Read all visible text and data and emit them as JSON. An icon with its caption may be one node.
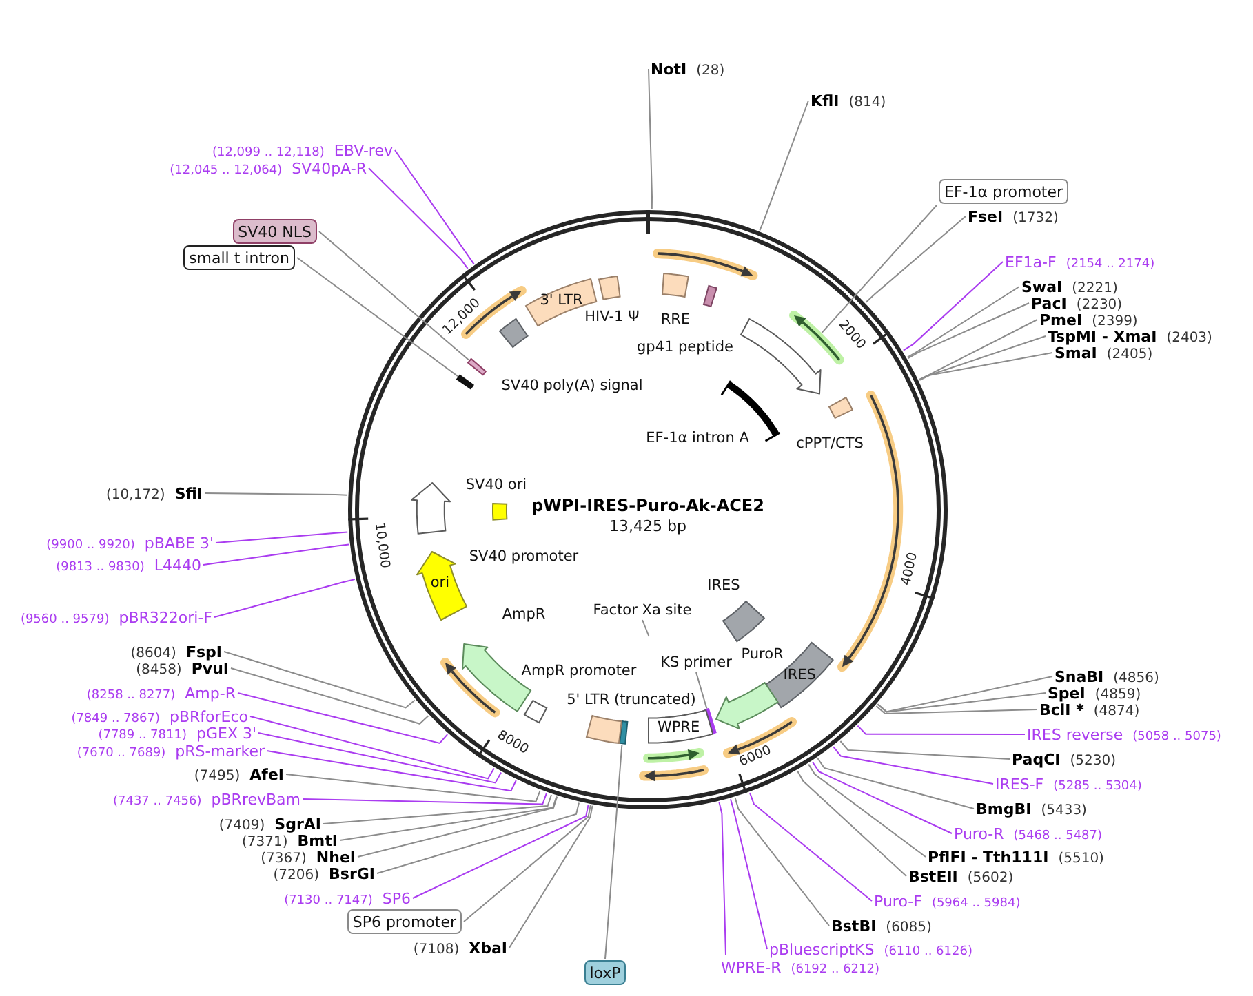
{
  "diagram": {
    "title": "pWPI-IRES-Puro-Ak-ACE2",
    "nodes": [
      {
        "text": [
          "NotI",
          "(28)"
        ]
      },
      {
        "text": [
          "KflI",
          "(814)"
        ]
      },
      {
        "text": [
          "EF-1α promoter"
        ]
      },
      {
        "text": [
          "FseI",
          "(1732)"
        ]
      },
      {
        "text": [
          "EF1a-F",
          "(2154 .. 2174)"
        ]
      },
      {
        "text": [
          "SwaI",
          "(2221)"
        ]
      },
      {
        "text": [
          "PacI",
          "(2230)"
        ]
      },
      {
        "text": [
          "PmeI",
          "(2399)"
        ]
      },
      {
        "text": [
          "TspMI - XmaI",
          "(2403)"
        ]
      },
      {
        "text": [
          "SmaI",
          "(2405)"
        ]
      },
      {
        "text": [
          "SnaBI",
          "(4856)"
        ]
      },
      {
        "text": [
          "SpeI",
          "(4859)"
        ]
      },
      {
        "text": [
          "BclI *",
          "(4874)"
        ]
      },
      {
        "text": [
          "IRES reverse",
          "(5058 .. 5075)"
        ]
      },
      {
        "text": [
          "PaqCI",
          "(5230)"
        ]
      },
      {
        "text": [
          "IRES-F",
          "(5285 .. 5304)"
        ]
      },
      {
        "text": [
          "BmgBI",
          "(5433)"
        ]
      },
      {
        "text": [
          "Puro-R",
          "(5468 .. 5487)"
        ]
      },
      {
        "text": [
          "PflFI - Tth111I",
          "(5510)"
        ]
      },
      {
        "text": [
          "BstEII",
          "(5602)"
        ]
      },
      {
        "text": [
          "Puro-F",
          "(5964 .. 5984)"
        ]
      },
      {
        "text": [
          "BstBI",
          "(6085)"
        ]
      },
      {
        "text": [
          "pBluescriptKS",
          "(6110 .. 6126)"
        ]
      },
      {
        "text": [
          "WPRE-R",
          "(6192 .. 6212)"
        ]
      },
      {
        "text": [
          "loxP"
        ]
      },
      {
        "text": [
          "(7108)",
          "XbaI"
        ]
      },
      {
        "text": [
          "SP6 promoter"
        ]
      },
      {
        "text": [
          "(7130 .. 7147)",
          "SP6"
        ]
      },
      {
        "text": [
          "(7206)",
          "BsrGI"
        ]
      },
      {
        "text": [
          "(7367)",
          "NheI"
        ]
      },
      {
        "text": [
          "(7371)",
          "BmtI"
        ]
      },
      {
        "text": [
          "(7409)",
          "SgrAI"
        ]
      },
      {
        "text": [
          "(7437 .. 7456)",
          "pBRrevBam"
        ]
      },
      {
        "text": [
          "(7495)",
          "AfeI"
        ]
      },
      {
        "text": [
          "(7670 .. 7689)",
          "pRS-marker"
        ]
      },
      {
        "text": [
          "(7789 .. 7811)",
          "pGEX 3'"
        ]
      },
      {
        "text": [
          "(7849 .. 7867)",
          "pBRforEco"
        ]
      },
      {
        "text": [
          "(8258 .. 8277)",
          "Amp-R"
        ]
      },
      {
        "text": [
          "(8458)",
          "PvuI"
        ]
      },
      {
        "text": [
          "(8604)",
          "FspI"
        ]
      },
      {
        "text": [
          "(9560 .. 9579)",
          "pBR322ori-F"
        ]
      },
      {
        "text": [
          "(9813 .. 9830)",
          "L4440"
        ]
      },
      {
        "text": [
          "(9900 .. 9920)",
          "pBABE 3'"
        ]
      },
      {
        "text": [
          "(10,172)",
          "SfiI"
        ]
      },
      {
        "text": [
          "small t intron"
        ]
      },
      {
        "text": [
          "SV40 NLS"
        ]
      },
      {
        "text": [
          "(12,045 .. 12,064)",
          "SV40pA-R"
        ]
      },
      {
        "text": [
          "(12,099 .. 12,118)",
          "EBV-rev"
        ]
      },
      {
        "text": [
          "3' LTR"
        ]
      },
      {
        "text": [
          "HIV-1 Ψ"
        ]
      },
      {
        "text": [
          "RRE"
        ]
      },
      {
        "text": [
          "gp41 peptide"
        ]
      },
      {
        "text": [],
        "shape": "arrow"
      },
      {
        "text": [],
        "shape": "arrow"
      },
      {
        "text": [
          "cPPT/CTS"
        ]
      },
      {
        "text": [
          "EF-1α intron A"
        ]
      },
      {
        "text": [
          "IRES"
        ]
      },
      {
        "text": [
          "Factor Xa site"
        ]
      },
      {
        "text": [
          "IRES"
        ]
      },
      {
        "text": [
          "PuroR"
        ]
      },
      {
        "text": [
          "KS primer"
        ]
      },
      {
        "text": [],
        "shape": "bar"
      },
      {
        "text": [
          "WPRE"
        ]
      },
      {
        "text": [],
        "shape": "bar"
      },
      {
        "text": [
          "5' LTR (truncated)"
        ]
      },
      {
        "text": [
          "AmpR promoter"
        ]
      },
      {
        "text": [
          "AmpR"
        ]
      },
      {
        "text": [
          "ori"
        ]
      },
      {
        "text": [
          "SV40 promoter"
        ]
      },
      {
        "text": [
          "SV40 ori"
        ]
      },
      {
        "text": [
          "SV40 poly(A) signal"
        ]
      },
      {
        "text": [],
        "shape": "bar"
      },
      {
        "text": [],
        "shape": "bar"
      },
      {
        "text": [],
        "shape": "arrow"
      },
      {
        "text": [],
        "shape": "arrow"
      },
      {
        "text": [],
        "shape": "arrow"
      },
      {
        "text": [],
        "shape": "arrow"
      },
      {
        "text": [],
        "shape": "arrow"
      },
      {
        "text": [],
        "shape": "arrow"
      },
      {
        "text": [],
        "shape": "arrow"
      }
    ],
    "edges": [
      {
        "from": 0,
        "to": null,
        "arrow": "none"
      },
      {
        "from": 1,
        "to": null,
        "arrow": "none"
      },
      {
        "from": 2,
        "to": 53,
        "arrow": "none"
      },
      {
        "from": 3,
        "to": null,
        "arrow": "none"
      },
      {
        "from": 4,
        "to": null,
        "arrow": "none",
        "color": "#aa3cf0"
      },
      {
        "from": 5,
        "to": null,
        "arrow": "none"
      },
      {
        "from": 6,
        "to": null,
        "arrow": "none"
      },
      {
        "from": 7,
        "to": null,
        "arrow": "none"
      },
      {
        "from": 8,
        "to": null,
        "arrow": "none"
      },
      {
        "from": 9,
        "to": null,
        "arrow": "none"
      },
      {
        "from": 10,
        "to": null,
        "arrow": "none"
      },
      {
        "from": 11,
        "to": null,
        "arrow": "none"
      },
      {
        "from": 12,
        "to": null,
        "arrow": "none"
      },
      {
        "from": 13,
        "to": null,
        "arrow": "none",
        "color": "#aa3cf0"
      },
      {
        "from": 14,
        "to": null,
        "arrow": "none"
      },
      {
        "from": 15,
        "to": null,
        "arrow": "none",
        "color": "#aa3cf0"
      },
      {
        "from": 16,
        "to": null,
        "arrow": "none"
      },
      {
        "from": 17,
        "to": null,
        "arrow": "none",
        "color": "#aa3cf0"
      },
      {
        "from": 18,
        "to": null,
        "arrow": "none"
      },
      {
        "from": 19,
        "to": null,
        "arrow": "none"
      },
      {
        "from": 20,
        "to": null,
        "arrow": "none",
        "color": "#aa3cf0"
      },
      {
        "from": 21,
        "to": null,
        "arrow": "none"
      },
      {
        "from": 22,
        "to": null,
        "arrow": "none",
        "color": "#aa3cf0"
      },
      {
        "from": 23,
        "to": null,
        "arrow": "none",
        "color": "#aa3cf0"
      },
      {
        "from": 24,
        "to": 63,
        "arrow": "none"
      },
      {
        "from": 25,
        "to": null,
        "arrow": "none"
      },
      {
        "from": 26,
        "to": null,
        "arrow": "none"
      },
      {
        "from": 27,
        "to": null,
        "arrow": "none",
        "color": "#aa3cf0"
      },
      {
        "from": 28,
        "to": null,
        "arrow": "none"
      },
      {
        "from": 29,
        "to": null,
        "arrow": "none"
      },
      {
        "from": 30,
        "to": null,
        "arrow": "none"
      },
      {
        "from": 31,
        "to": null,
        "arrow": "none"
      },
      {
        "from": 32,
        "to": null,
        "arrow": "none",
        "color": "#aa3cf0"
      },
      {
        "from": 33,
        "to": null,
        "arrow": "none"
      },
      {
        "from": 34,
        "to": null,
        "arrow": "none",
        "color": "#aa3cf0"
      },
      {
        "from": 35,
        "to": null,
        "arrow": "none",
        "color": "#aa3cf0"
      },
      {
        "from": 36,
        "to": null,
        "arrow": "none",
        "color": "#aa3cf0"
      },
      {
        "from": 37,
        "to": null,
        "arrow": "none",
        "color": "#aa3cf0"
      },
      {
        "from": 38,
        "to": null,
        "arrow": "none"
      },
      {
        "from": 39,
        "to": null,
        "arrow": "none"
      },
      {
        "from": 40,
        "to": null,
        "arrow": "none",
        "color": "#aa3cf0"
      },
      {
        "from": 41,
        "to": null,
        "arrow": "none",
        "color": "#aa3cf0"
      },
      {
        "from": 42,
        "to": null,
        "arrow": "none",
        "color": "#aa3cf0"
      },
      {
        "from": 43,
        "to": null,
        "arrow": "none"
      },
      {
        "from": 44,
        "to": 71,
        "arrow": "none"
      },
      {
        "from": 45,
        "to": 72,
        "arrow": "none"
      },
      {
        "from": 46,
        "to": null,
        "arrow": "none",
        "color": "#aa3cf0"
      },
      {
        "from": 47,
        "to": null,
        "arrow": "none",
        "color": "#aa3cf0"
      },
      {
        "from": 57,
        "to": null,
        "arrow": "none"
      },
      {
        "from": 60,
        "to": 61,
        "arrow": "none"
      }
    ],
    "labels": [
      "2000",
      "4000",
      "6000",
      "8000",
      "10,000",
      "12,000",
      "13,425 bp"
    ]
  }
}
